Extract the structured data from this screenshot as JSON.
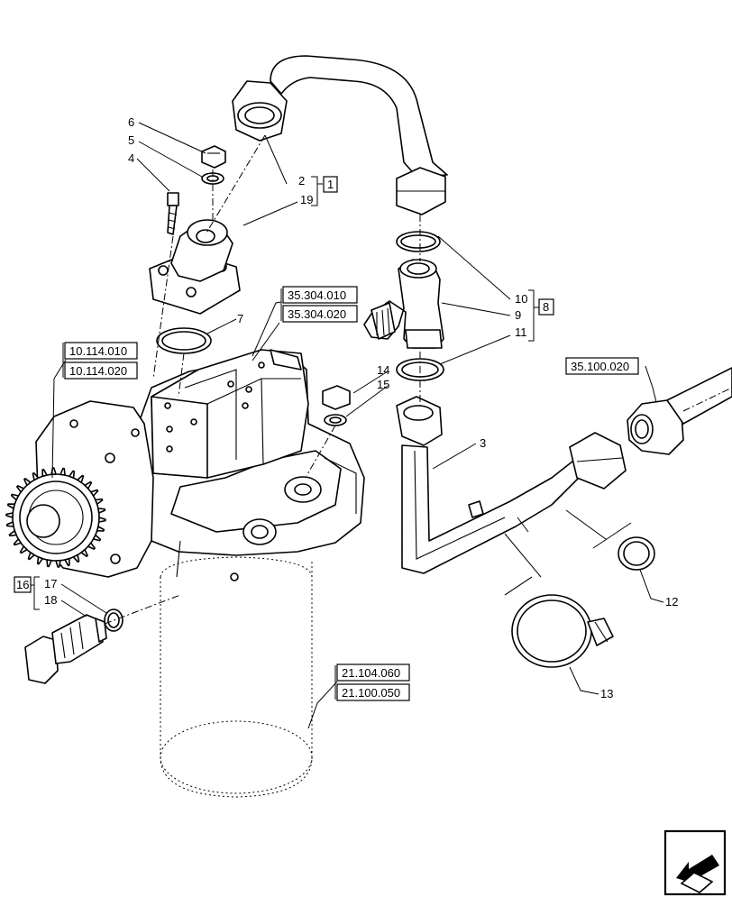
{
  "callouts": {
    "c1": "1",
    "c2": "2",
    "c3": "3",
    "c4": "4",
    "c5": "5",
    "c6": "6",
    "c7": "7",
    "c8": "8",
    "c9": "9",
    "c10": "10",
    "c11": "11",
    "c12": "12",
    "c13": "13",
    "c14": "14",
    "c15": "15",
    "c16": "16",
    "c17": "17",
    "c18": "18",
    "c19": "19"
  },
  "references": {
    "r1": "35.304.010",
    "r2": "35.304.020",
    "r3": "10.114.010",
    "r4": "10.114.020",
    "r5": "35.100.020",
    "r6": "21.104.060",
    "r7": "21.100.050"
  },
  "nav_icon": "arrow-left-icon"
}
